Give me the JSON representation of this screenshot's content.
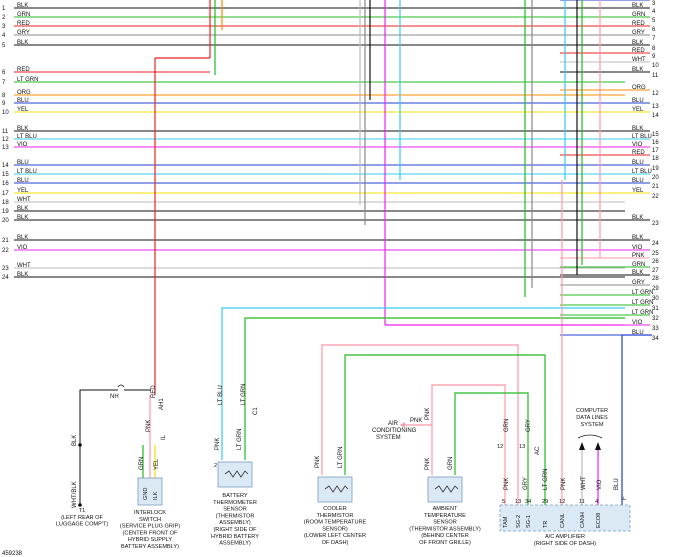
{
  "left_wires": [
    {
      "num": "1",
      "label": "BLK",
      "color": "#111111"
    },
    {
      "num": "2",
      "label": "GRN",
      "color": "#22bb22"
    },
    {
      "num": "3",
      "label": "RED",
      "color": "#ee2222"
    },
    {
      "num": "4",
      "label": "GRY",
      "color": "#888888"
    },
    {
      "num": "5",
      "label": "BLK",
      "color": "#111111"
    },
    {
      "num": "6",
      "label": "RED",
      "color": "#ee2222"
    },
    {
      "num": "7",
      "label": "LT GRN",
      "color": "#22bb22"
    },
    {
      "num": "8",
      "label": "ORG",
      "color": "#ff8800"
    },
    {
      "num": "9",
      "label": "BLU",
      "color": "#1f3fd0"
    },
    {
      "num": "10",
      "label": "YEL",
      "color": "#f0e000"
    },
    {
      "num": "11",
      "label": "BLK",
      "color": "#111111"
    },
    {
      "num": "12",
      "label": "LT BLU",
      "color": "#33ccee"
    },
    {
      "num": "13",
      "label": "VIO",
      "color": "#ee22ee"
    },
    {
      "num": "14",
      "label": "BLU",
      "color": "#1f3fd0"
    },
    {
      "num": "15",
      "label": "LT BLU",
      "color": "#33ccee"
    },
    {
      "num": "16",
      "label": "BLU",
      "color": "#1f3fd0"
    },
    {
      "num": "17",
      "label": "YEL",
      "color": "#f0e000"
    },
    {
      "num": "18",
      "label": "WHT",
      "color": "#bbbbbb"
    },
    {
      "num": "19",
      "label": "BLK",
      "color": "#111111"
    },
    {
      "num": "20",
      "label": "BLK",
      "color": "#111111"
    },
    {
      "num": "21",
      "label": "BLK",
      "color": "#111111"
    },
    {
      "num": "22",
      "label": "VIO",
      "color": "#ee22ee"
    },
    {
      "num": "23",
      "label": "WHT",
      "color": "#bbbbbb"
    },
    {
      "num": "24",
      "label": "BLK",
      "color": "#111111"
    }
  ],
  "right_wires": [
    {
      "num": "3",
      "label": "",
      "color": "#1f3fd0"
    },
    {
      "num": "4",
      "label": "BLK",
      "color": "#111111"
    },
    {
      "num": "5",
      "label": "GRN",
      "color": "#22bb22"
    },
    {
      "num": "6",
      "label": "RED",
      "color": "#ee2222"
    },
    {
      "num": "7",
      "label": "GRY",
      "color": "#888888"
    },
    {
      "num": "8",
      "label": "BLK",
      "color": "#111111"
    },
    {
      "num": "9",
      "label": "RED",
      "color": "#ee2222"
    },
    {
      "num": "10",
      "label": "WHT",
      "color": "#bbbbbb"
    },
    {
      "num": "11",
      "label": "BLK",
      "color": "#111111"
    },
    {
      "num": "12",
      "label": "ORG",
      "color": "#ff8800"
    },
    {
      "num": "13",
      "label": "BLU",
      "color": "#1f3fd0"
    },
    {
      "num": "14",
      "label": "YEL",
      "color": "#f0e000"
    },
    {
      "num": "15",
      "label": "BLK",
      "color": "#111111"
    },
    {
      "num": "16",
      "label": "LT BLU",
      "color": "#33ccee"
    },
    {
      "num": "17",
      "label": "VIO",
      "color": "#ee22ee"
    },
    {
      "num": "18",
      "label": "RED",
      "color": "#ee2222"
    },
    {
      "num": "19",
      "label": "BLU",
      "color": "#1f3fd0"
    },
    {
      "num": "20",
      "label": "LT BLU",
      "color": "#33ccee"
    },
    {
      "num": "21",
      "label": "BLU",
      "color": "#1f3fd0"
    },
    {
      "num": "22",
      "label": "YEL",
      "color": "#f0e000"
    },
    {
      "num": "23",
      "label": "BLK",
      "color": "#111111"
    },
    {
      "num": "24",
      "label": "BLK",
      "color": "#111111"
    },
    {
      "num": "25",
      "label": "VIO",
      "color": "#ee22ee"
    },
    {
      "num": "26",
      "label": "PNK",
      "color": "#ff99aa"
    },
    {
      "num": "27",
      "label": "GRN",
      "color": "#22bb22"
    },
    {
      "num": "28",
      "label": "BLK",
      "color": "#111111"
    },
    {
      "num": "29",
      "label": "GRY",
      "color": "#888888"
    },
    {
      "num": "30",
      "label": "LT GRN",
      "color": "#22bb22"
    },
    {
      "num": "31",
      "label": "LT GRN",
      "color": "#22bb22"
    },
    {
      "num": "32",
      "label": "LT GRN",
      "color": "#22bb22"
    },
    {
      "num": "33",
      "label": "VIO",
      "color": "#ee22ee"
    },
    {
      "num": "34",
      "label": "BLU",
      "color": "#1f3fd0"
    }
  ],
  "components": {
    "t1": [
      "T1",
      "(LEFT REAR OF",
      "LUGGAGE COMP'T)"
    ],
    "interlock": [
      "INTERLOCK",
      "SWITCH",
      "(SERVICE PLUG GRIP)",
      "(CENTER FRONT OF",
      "HYBRID SUPPLY",
      "BATTERY ASSEMBLY)"
    ],
    "battery": [
      "BATTERY",
      "THERMOMETER",
      "SENSOR",
      "(THERMISTOR",
      "ASSEMBLY)",
      "(RIGHT SIDE OF",
      "HYBRID BATTERY",
      "ASSEMBLY)"
    ],
    "cooler": [
      "COOLER",
      "THERMISTOR",
      "(ROOM TEMPERATURE",
      "SENSOR)",
      "(LOWER LEFT CENTER",
      "OF DASH)"
    ],
    "ambient": [
      "AMBIENT",
      "TEMPERATURE",
      "SENSOR",
      "(THERMISTOR ASSEMBLY)",
      "(BEHIND CENTER",
      "OF FRONT GRILLE)"
    ],
    "amplifier": [
      "A/C AMPLIFIER",
      "(RIGHT SIDE OF DASH)"
    ],
    "ac_system": [
      "AIR",
      "CONDITIONING",
      "SYSTEM"
    ],
    "data_lines": [
      "COMPUTER",
      "DATA LINES",
      "SYSTEM"
    ]
  },
  "wire_labels": {
    "t1_vert": "BLK",
    "t1_lower": "WHT/BLK",
    "nh": "NH",
    "red": "RED",
    "ah1": "AH1",
    "pnk_il": "PNK",
    "grn_il": "GRN",
    "yel_il": "YEL",
    "il_conn": "IL",
    "lt_blu": "LT BLU",
    "lt_grn": "LT GRN",
    "c1": "C1",
    "pnk": "PNK",
    "grn": "GRN",
    "gry": "GRY",
    "whit": "WHT",
    "blu": "BLU",
    "vio": "VIO",
    "f": "F",
    "ac": "AC"
  },
  "switch_pins": [
    "GND",
    "ILK"
  ],
  "amp_pins": [
    {
      "num": "5",
      "name": "TAM"
    },
    {
      "num": "13",
      "name": "SG-2"
    },
    {
      "num": "34",
      "name": "SG-1"
    },
    {
      "num": "29",
      "name": "TR"
    },
    {
      "num": "12",
      "name": "CANL"
    },
    {
      "num": "11",
      "name": "CANH"
    },
    {
      "num": "4",
      "name": "ECO8"
    }
  ],
  "pin_nums": {
    "p1": "1",
    "p2": "2",
    "p12": "12",
    "p13": "13"
  },
  "figure_id": "459238"
}
